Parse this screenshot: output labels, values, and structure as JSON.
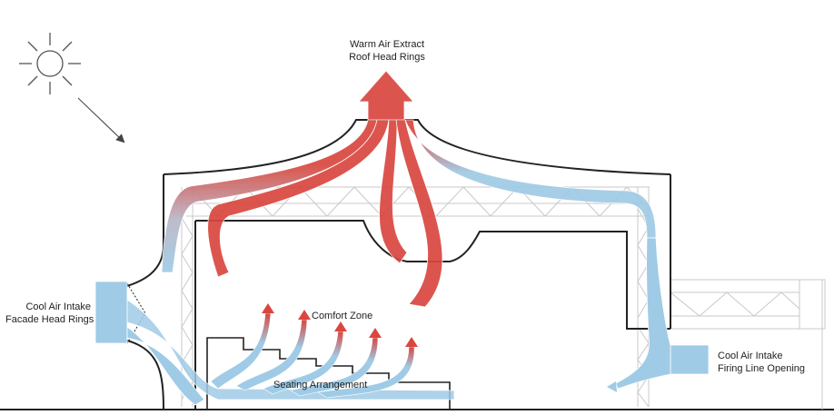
{
  "labels": {
    "warm_extract_1": "Warm Air Extract",
    "warm_extract_2": "Roof Head Rings",
    "comfort_zone": "Comfort Zone",
    "seating": "Seating Arrangement",
    "cool_facade_1": "Cool Air Intake",
    "cool_facade_2": "Facade Head Rings",
    "cool_firing_1": "Cool Air Intake",
    "cool_firing_2": "Firing Line Opening"
  },
  "colors": {
    "warm": "#d9473f",
    "cool": "#9fcbe6",
    "structure": "#222222",
    "truss": "#c8c8c8"
  },
  "icons": [
    "sun-icon",
    "sun-ray-arrow-icon"
  ]
}
